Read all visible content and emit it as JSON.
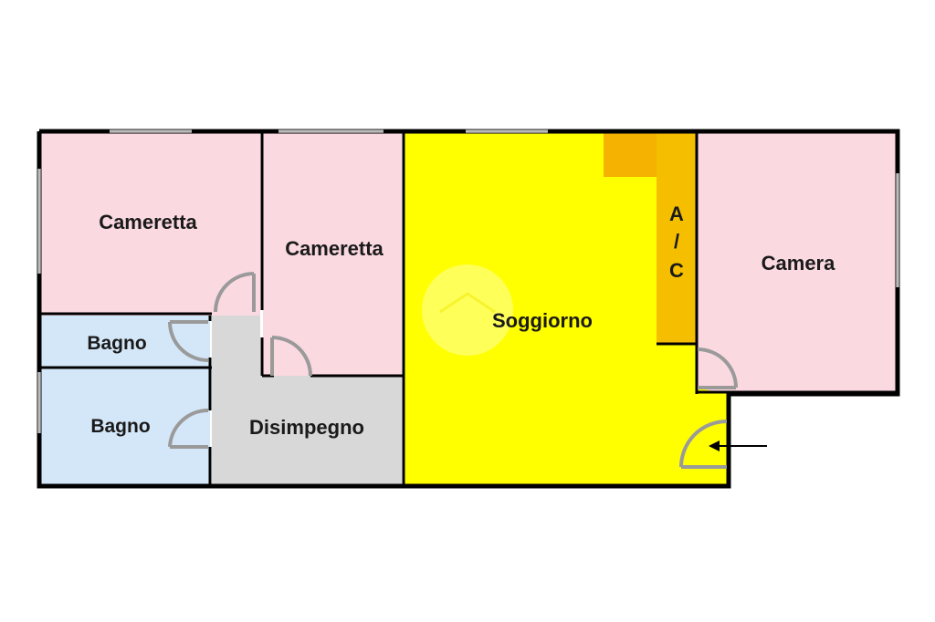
{
  "rooms": {
    "cameretta_1": {
      "label": "Cameretta",
      "color": "#fbd9e1"
    },
    "cameretta_2": {
      "label": "Cameretta",
      "color": "#fbd9e1"
    },
    "camera": {
      "label": "Camera",
      "color": "#fbd9e1"
    },
    "soggiorno": {
      "label": "Soggiorno",
      "color": "#ffff00"
    },
    "ac": {
      "label_1": "A",
      "label_2": "/",
      "label_3": "C",
      "color": "#f5bf00",
      "top_color": "#f5b200"
    },
    "bagno_1": {
      "label": "Bagno",
      "color": "#d4e7f8"
    },
    "bagno_2": {
      "label": "Bagno",
      "color": "#d4e7f8"
    },
    "disimpegno": {
      "label": "Disimpegno",
      "color": "#d8d8d8"
    }
  },
  "colors": {
    "wall": "#000000",
    "door": "#9a9a9a",
    "watermark": "#ffffff"
  },
  "icons": {
    "entrance": "entrance-arrow-icon",
    "watermark": "house-watermark-icon"
  }
}
